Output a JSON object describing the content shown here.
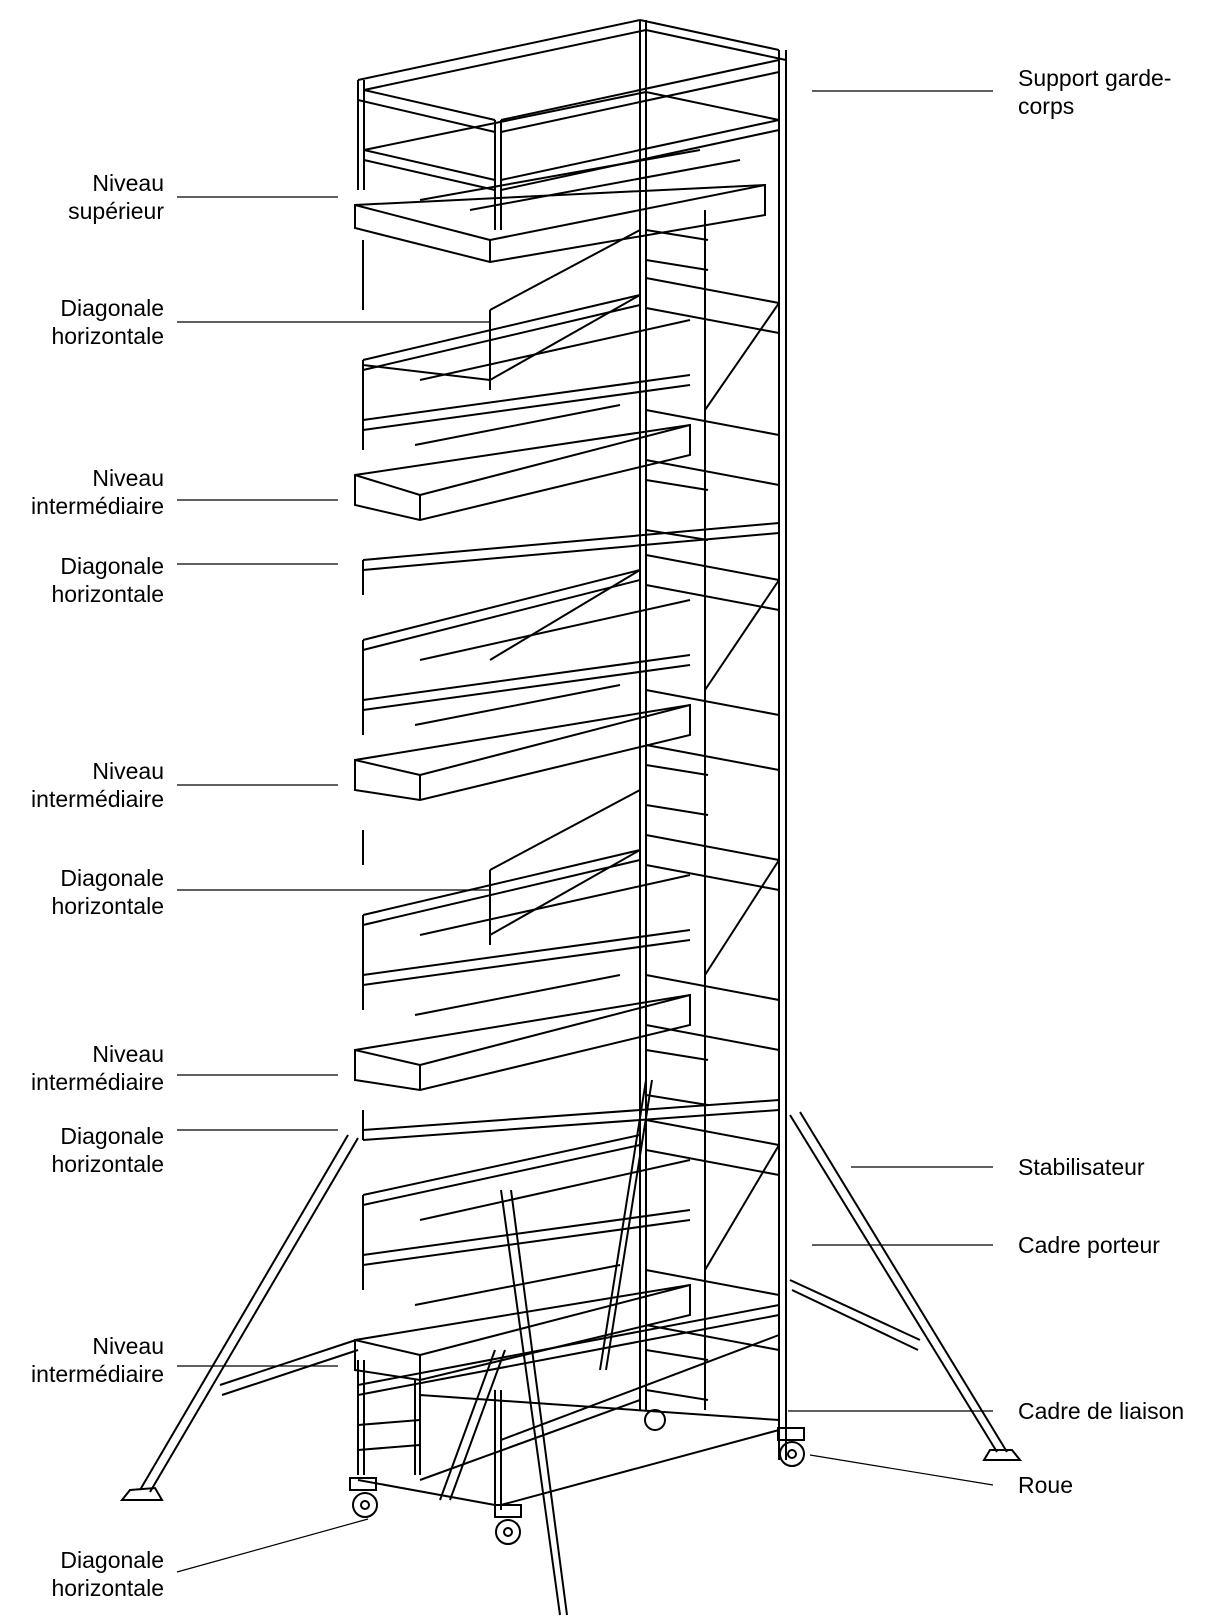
{
  "labels": {
    "support_garde_corps": [
      "Support garde-",
      "corps"
    ],
    "niveau_superieur": [
      "Niveau",
      "supérieur"
    ],
    "diag_1": [
      "Diagonale",
      "horizontale"
    ],
    "niveau_inter_1": [
      "Niveau",
      "intermédiaire"
    ],
    "diag_2": [
      "Diagonale",
      "horizontale"
    ],
    "niveau_inter_2": [
      "Niveau",
      "intermédiaire"
    ],
    "diag_3": [
      "Diagonale",
      "horizontale"
    ],
    "niveau_inter_3": [
      "Niveau",
      "intermédiaire"
    ],
    "diag_4": [
      "Diagonale",
      "horizontale"
    ],
    "niveau_inter_4": [
      "Niveau",
      "intermédiaire"
    ],
    "diag_5": [
      "Diagonale",
      "horizontale"
    ],
    "stabilisateur": "Stabilisateur",
    "cadre_porteur": "Cadre porteur",
    "cadre_de_liaison": "Cadre de liaison",
    "roue": "Roue"
  },
  "colors": {
    "ink": "#000000",
    "background": "#ffffff"
  }
}
